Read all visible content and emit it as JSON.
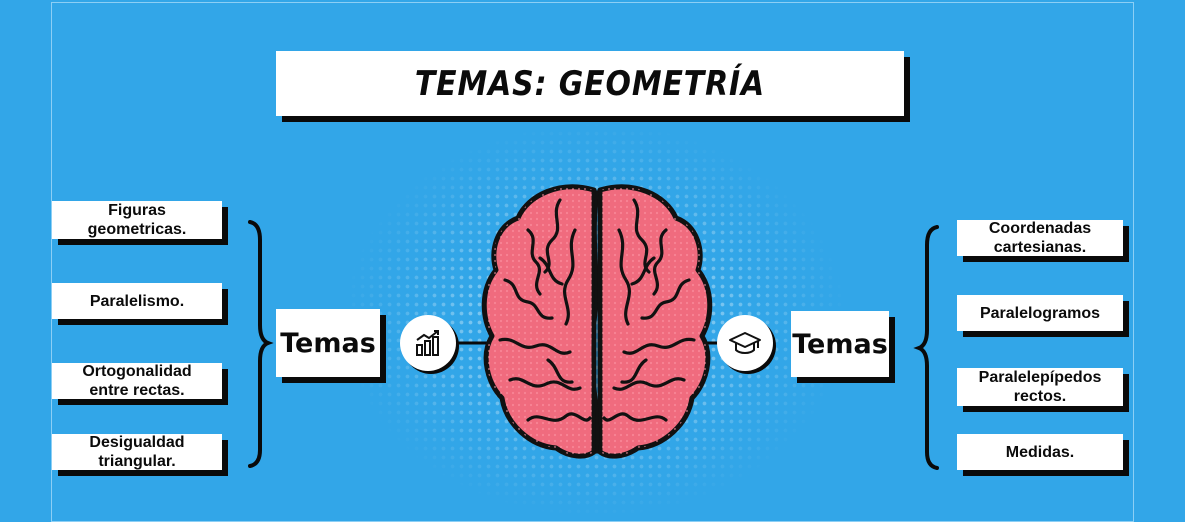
{
  "title": "TEMAS: GEOMETRÍA",
  "left": {
    "hub_label": "Temas",
    "hub_icon": "bar-chart-icon",
    "items": [
      {
        "lines": [
          "Figuras",
          "geometricas."
        ]
      },
      {
        "lines": [
          "Paralelismo."
        ]
      },
      {
        "lines": [
          "Ortogonalidad",
          "entre rectas."
        ]
      },
      {
        "lines": [
          "Desigualdad",
          "triangular."
        ]
      }
    ]
  },
  "right": {
    "hub_label": "Temas",
    "hub_icon": "graduation-cap-icon",
    "items": [
      {
        "lines": [
          "Coordenadas",
          "cartesianas."
        ]
      },
      {
        "lines": [
          "Paralelogramos"
        ]
      },
      {
        "lines": [
          "Paralelepípedos",
          "rectos."
        ]
      },
      {
        "lines": [
          "Medidas."
        ]
      }
    ]
  },
  "center_image": "brain-illustration",
  "colors": {
    "background": "#32a6e8",
    "brain_fill": "#f06b7e",
    "brain_outline": "#111111",
    "box": "#ffffff",
    "shadow": "#0a0a0a"
  }
}
